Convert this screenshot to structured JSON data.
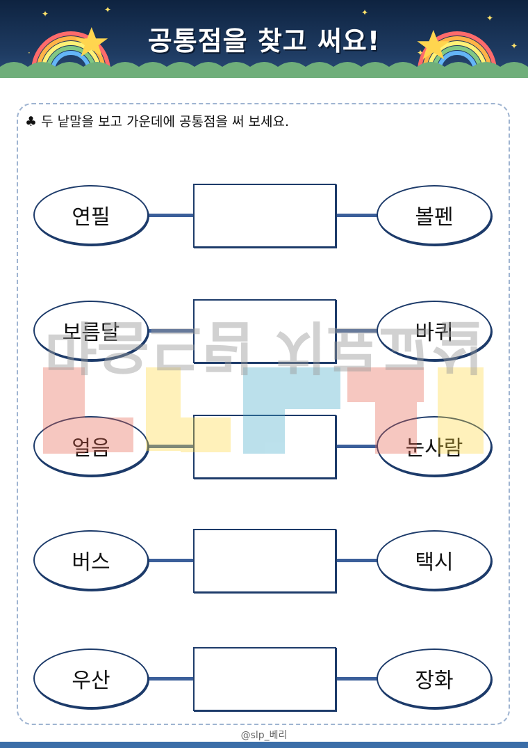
{
  "header": {
    "title": "공통점을 찾고 써요!"
  },
  "instruction": "♣ 두 낱말을 보고 가운데에 공통점을  써 보세요.",
  "rows": [
    {
      "left": "연필",
      "right": "볼펜"
    },
    {
      "left": "보름달",
      "right": "바퀴"
    },
    {
      "left": "얼음",
      "right": "눈사람"
    },
    {
      "left": "버스",
      "right": "택시"
    },
    {
      "left": "우산",
      "right": "장화"
    }
  ],
  "watermark_text": "마음드림 치료교실",
  "footer": "@slp_베리",
  "colors": {
    "header_bg": "#1f3c63",
    "line": "#3b5f9a",
    "border": "#1d3b6a",
    "panel_border": "#9fb4d1"
  }
}
